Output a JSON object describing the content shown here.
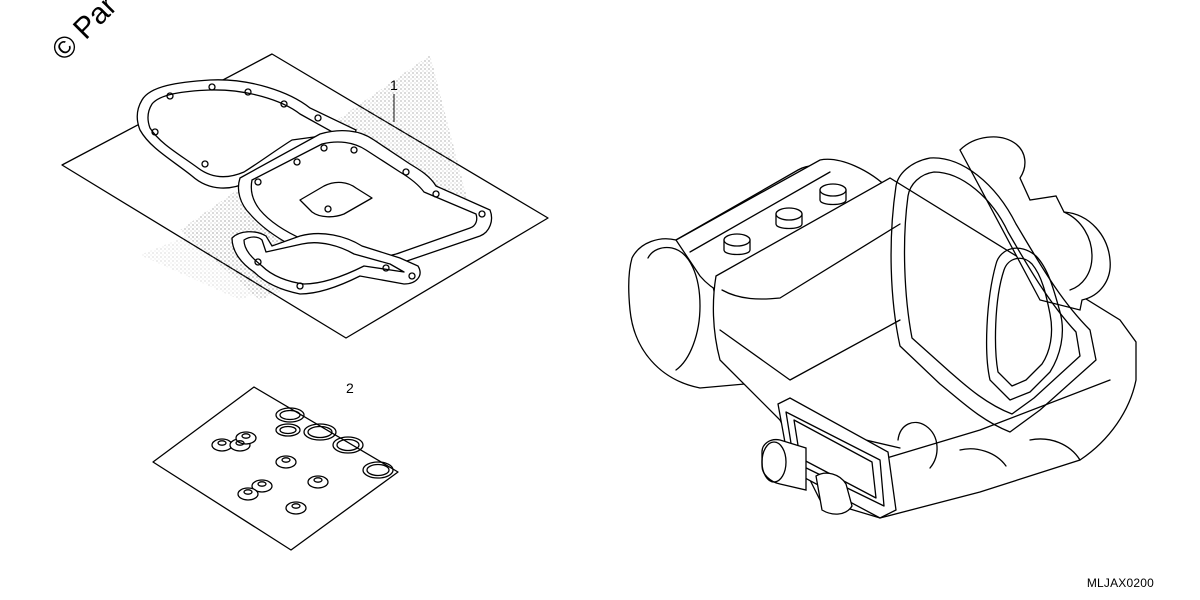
{
  "watermark": {
    "text": "© Par"
  },
  "callouts": [
    {
      "id": "1",
      "text": "1"
    },
    {
      "id": "2",
      "text": "2"
    }
  ],
  "diagram_code": "MLJAX0200"
}
